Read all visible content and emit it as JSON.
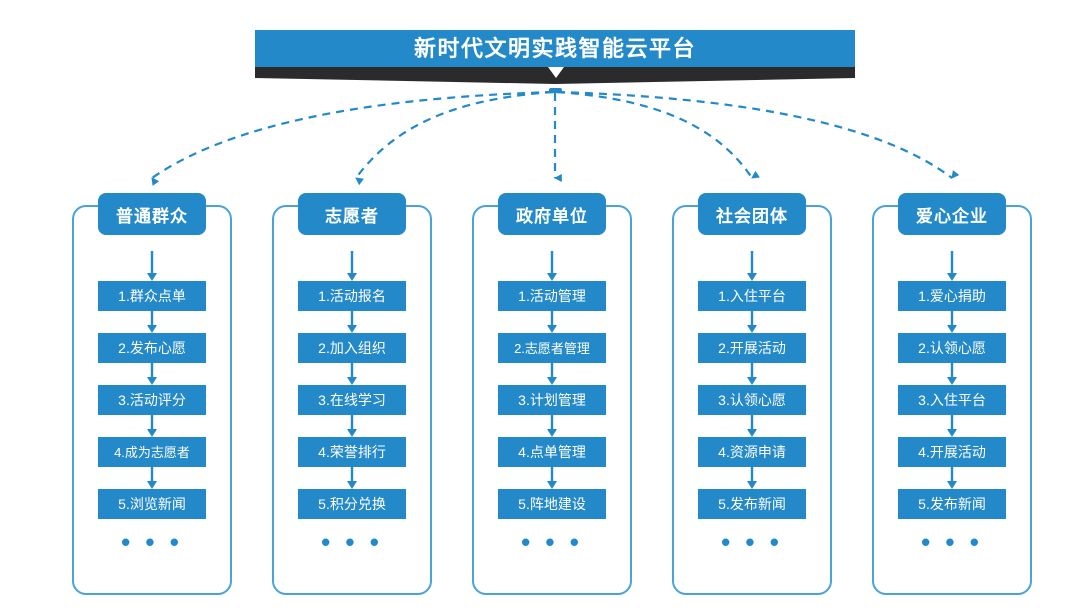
{
  "banner": {
    "title": "新时代文明实践智能云平台",
    "caret_icon": "caret-down-icon",
    "bar_color": "#2389c9",
    "ribbon_color": "#2b2b2b"
  },
  "theme": {
    "accent": "#2389c9",
    "frame_border": "#4aa3d8",
    "arrow": "#2389c9",
    "dashed_line": "#2389c9",
    "text_on_accent": "#ffffff",
    "background": "#ffffff"
  },
  "connectors": {
    "style": "dashed-curved-arrow",
    "origin_label": "platform-hub",
    "count": 5
  },
  "columns": [
    {
      "id": "ordinary-public",
      "header": "普通群众",
      "steps": [
        "1.群众点单",
        "2.发布心愿",
        "3.活动评分",
        "4.成为志愿者",
        "5.浏览新闻"
      ],
      "more": "• • •"
    },
    {
      "id": "volunteer",
      "header": "志愿者",
      "steps": [
        "1.活动报名",
        "2.加入组织",
        "3.在线学习",
        "4.荣誉排行",
        "5.积分兑换"
      ],
      "more": "• • •"
    },
    {
      "id": "government-unit",
      "header": "政府单位",
      "steps": [
        "1.活动管理",
        "2.志愿者管理",
        "3.计划管理",
        "4.点单管理",
        "5.阵地建设"
      ],
      "more": "• • •"
    },
    {
      "id": "social-group",
      "header": "社会团体",
      "steps": [
        "1.入住平台",
        "2.开展活动",
        "3.认领心愿",
        "4.资源申请",
        "5.发布新闻"
      ],
      "more": "• • •"
    },
    {
      "id": "charity-enterprise",
      "header": "爱心企业",
      "steps": [
        "1.爱心捐助",
        "2.认领心愿",
        "3.入住平台",
        "4.开展活动",
        "5.发布新闻"
      ],
      "more": "• • •"
    }
  ]
}
